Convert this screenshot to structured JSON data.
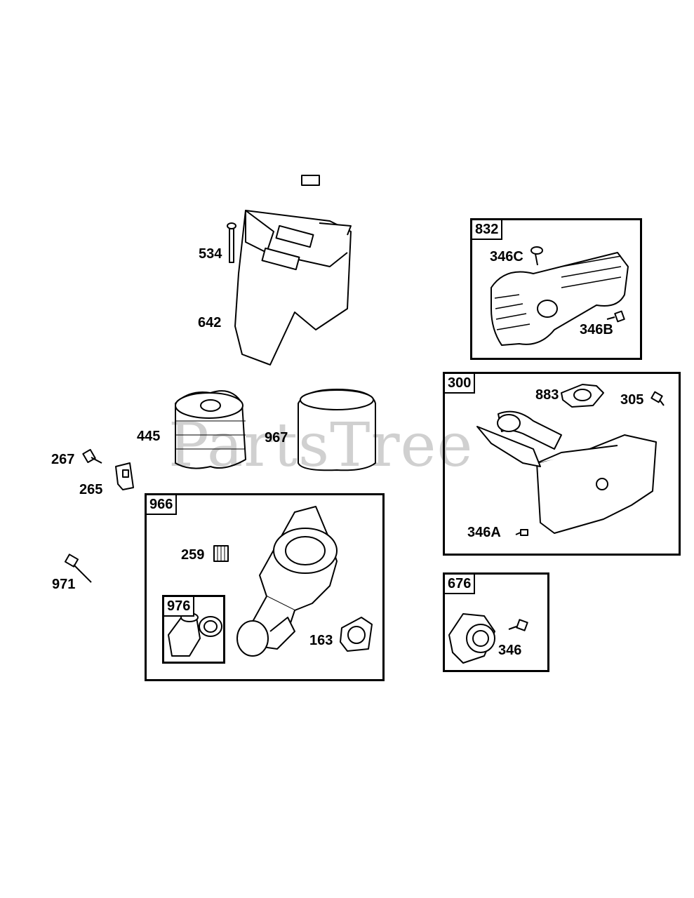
{
  "watermark": "PartsTree",
  "groups": {
    "g832": "832",
    "g300": "300",
    "g966": "966",
    "g976": "976",
    "g676": "676"
  },
  "labels": {
    "p534": "534",
    "p642": "642",
    "p445": "445",
    "p967": "967",
    "p267": "267",
    "p265": "265",
    "p971": "971",
    "p259": "259",
    "p163": "163",
    "p346C": "346C",
    "p346B": "346B",
    "p883": "883",
    "p305": "305",
    "p346A": "346A",
    "p346": "346"
  }
}
